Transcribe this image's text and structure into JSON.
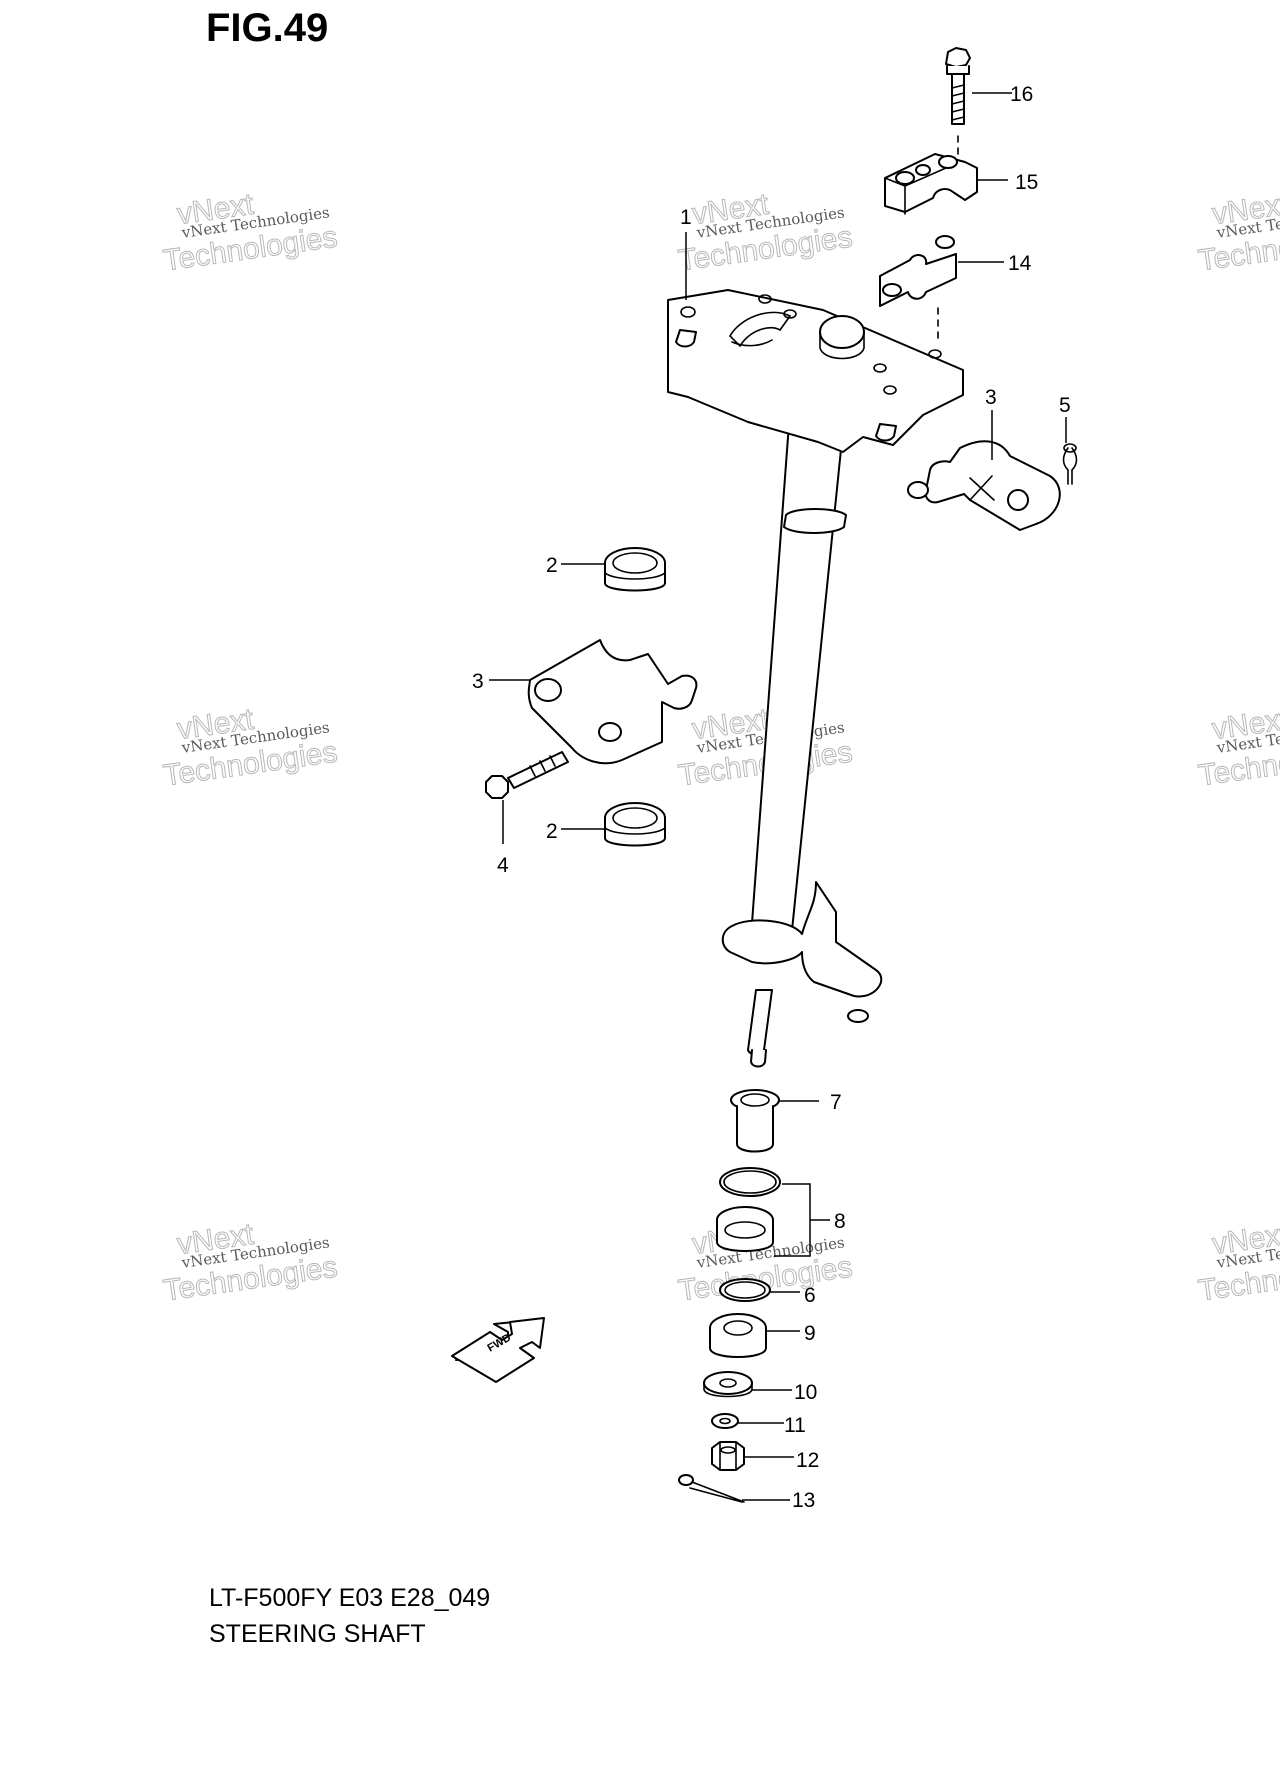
{
  "figure": {
    "title": "FIG.49",
    "caption_model": "LT-F500FY E03 E28_049",
    "caption_title": "STEERING SHAFT"
  },
  "callouts": [
    {
      "id": "1",
      "label": "1"
    },
    {
      "id": "2a",
      "label": "2"
    },
    {
      "id": "2b",
      "label": "2"
    },
    {
      "id": "3a",
      "label": "3"
    },
    {
      "id": "3b",
      "label": "3"
    },
    {
      "id": "4",
      "label": "4"
    },
    {
      "id": "5",
      "label": "5"
    },
    {
      "id": "6",
      "label": "6"
    },
    {
      "id": "7",
      "label": "7"
    },
    {
      "id": "8",
      "label": "8"
    },
    {
      "id": "9",
      "label": "9"
    },
    {
      "id": "10",
      "label": "10"
    },
    {
      "id": "11",
      "label": "11"
    },
    {
      "id": "12",
      "label": "12"
    },
    {
      "id": "13",
      "label": "13"
    },
    {
      "id": "14",
      "label": "14"
    },
    {
      "id": "15",
      "label": "15"
    },
    {
      "id": "16",
      "label": "16"
    }
  ],
  "fwd_arrow": {
    "label": "FWD"
  },
  "watermark": {
    "line1": "vNext Technologies",
    "line2": "vNext",
    "line3": "Technologies"
  }
}
